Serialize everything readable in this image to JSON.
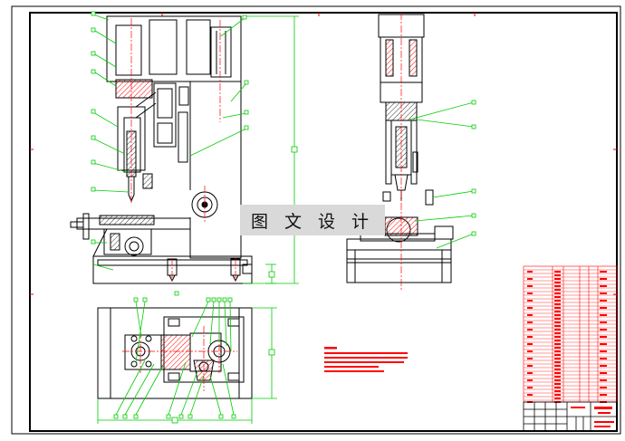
{
  "watermark": {
    "text": "图 文 设 计"
  },
  "colors": {
    "outline": "#000000",
    "dimension": "#00cc00",
    "centerline": "#ff0000",
    "section_hatch": "#ff0000",
    "notes": "#ff0000",
    "title_block": "#ff0000",
    "watermark_bg": "#d9d9d9"
  },
  "views": [
    "front-view",
    "side-view",
    "top-view"
  ],
  "icons": [
    "hatch-pattern",
    "leader-line",
    "centerline"
  ]
}
